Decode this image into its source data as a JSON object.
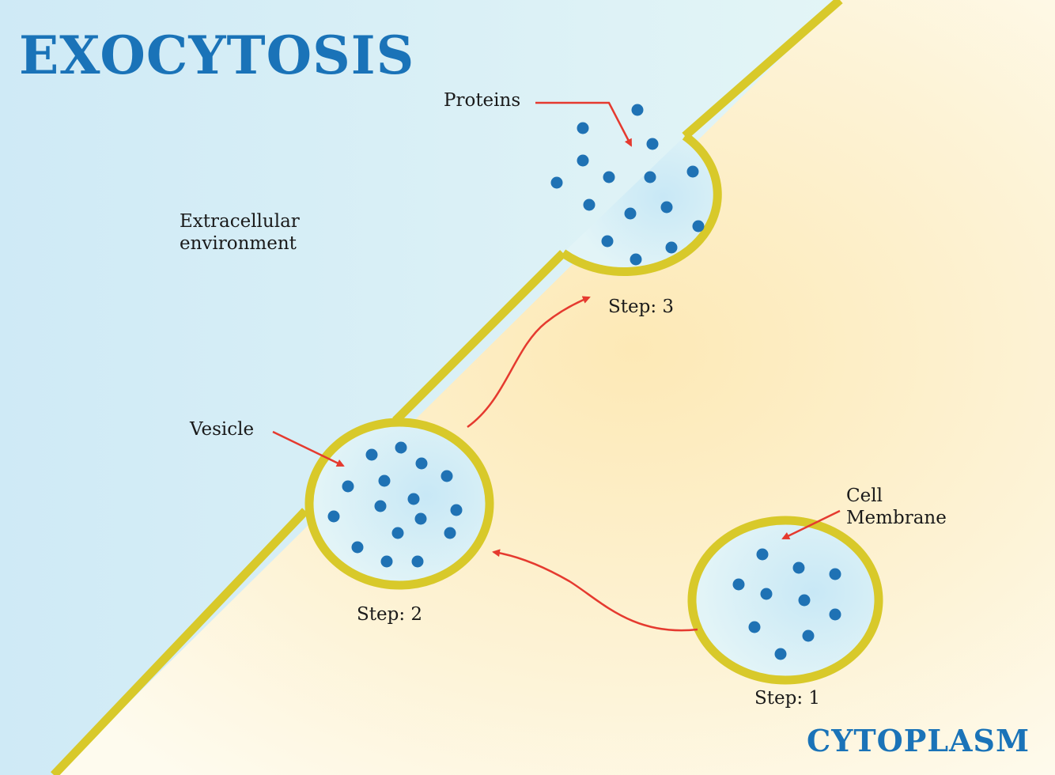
{
  "title": "EXOCYTOSIS",
  "region_labels": {
    "extracellular_line1": "Extracellular",
    "extracellular_line2": "environment",
    "cytoplasm": "CYTOPLASM"
  },
  "labels": {
    "proteins": "Proteins",
    "vesicle": "Vesicle",
    "cell_membrane_line1": "Cell",
    "cell_membrane_line2": "Membrane"
  },
  "steps": {
    "step1": "Step: 1",
    "step2": "Step: 2",
    "step3": "Step: 3"
  },
  "colors": {
    "extracellular": "#d4eef6",
    "cytoplasm": "#fdf3d6",
    "membrane": "#d8c92a",
    "vesicle_fill": "#cdebf5",
    "protein": "#1f72b4",
    "arrow": "#e53a2f",
    "title": "#1a73b8"
  }
}
